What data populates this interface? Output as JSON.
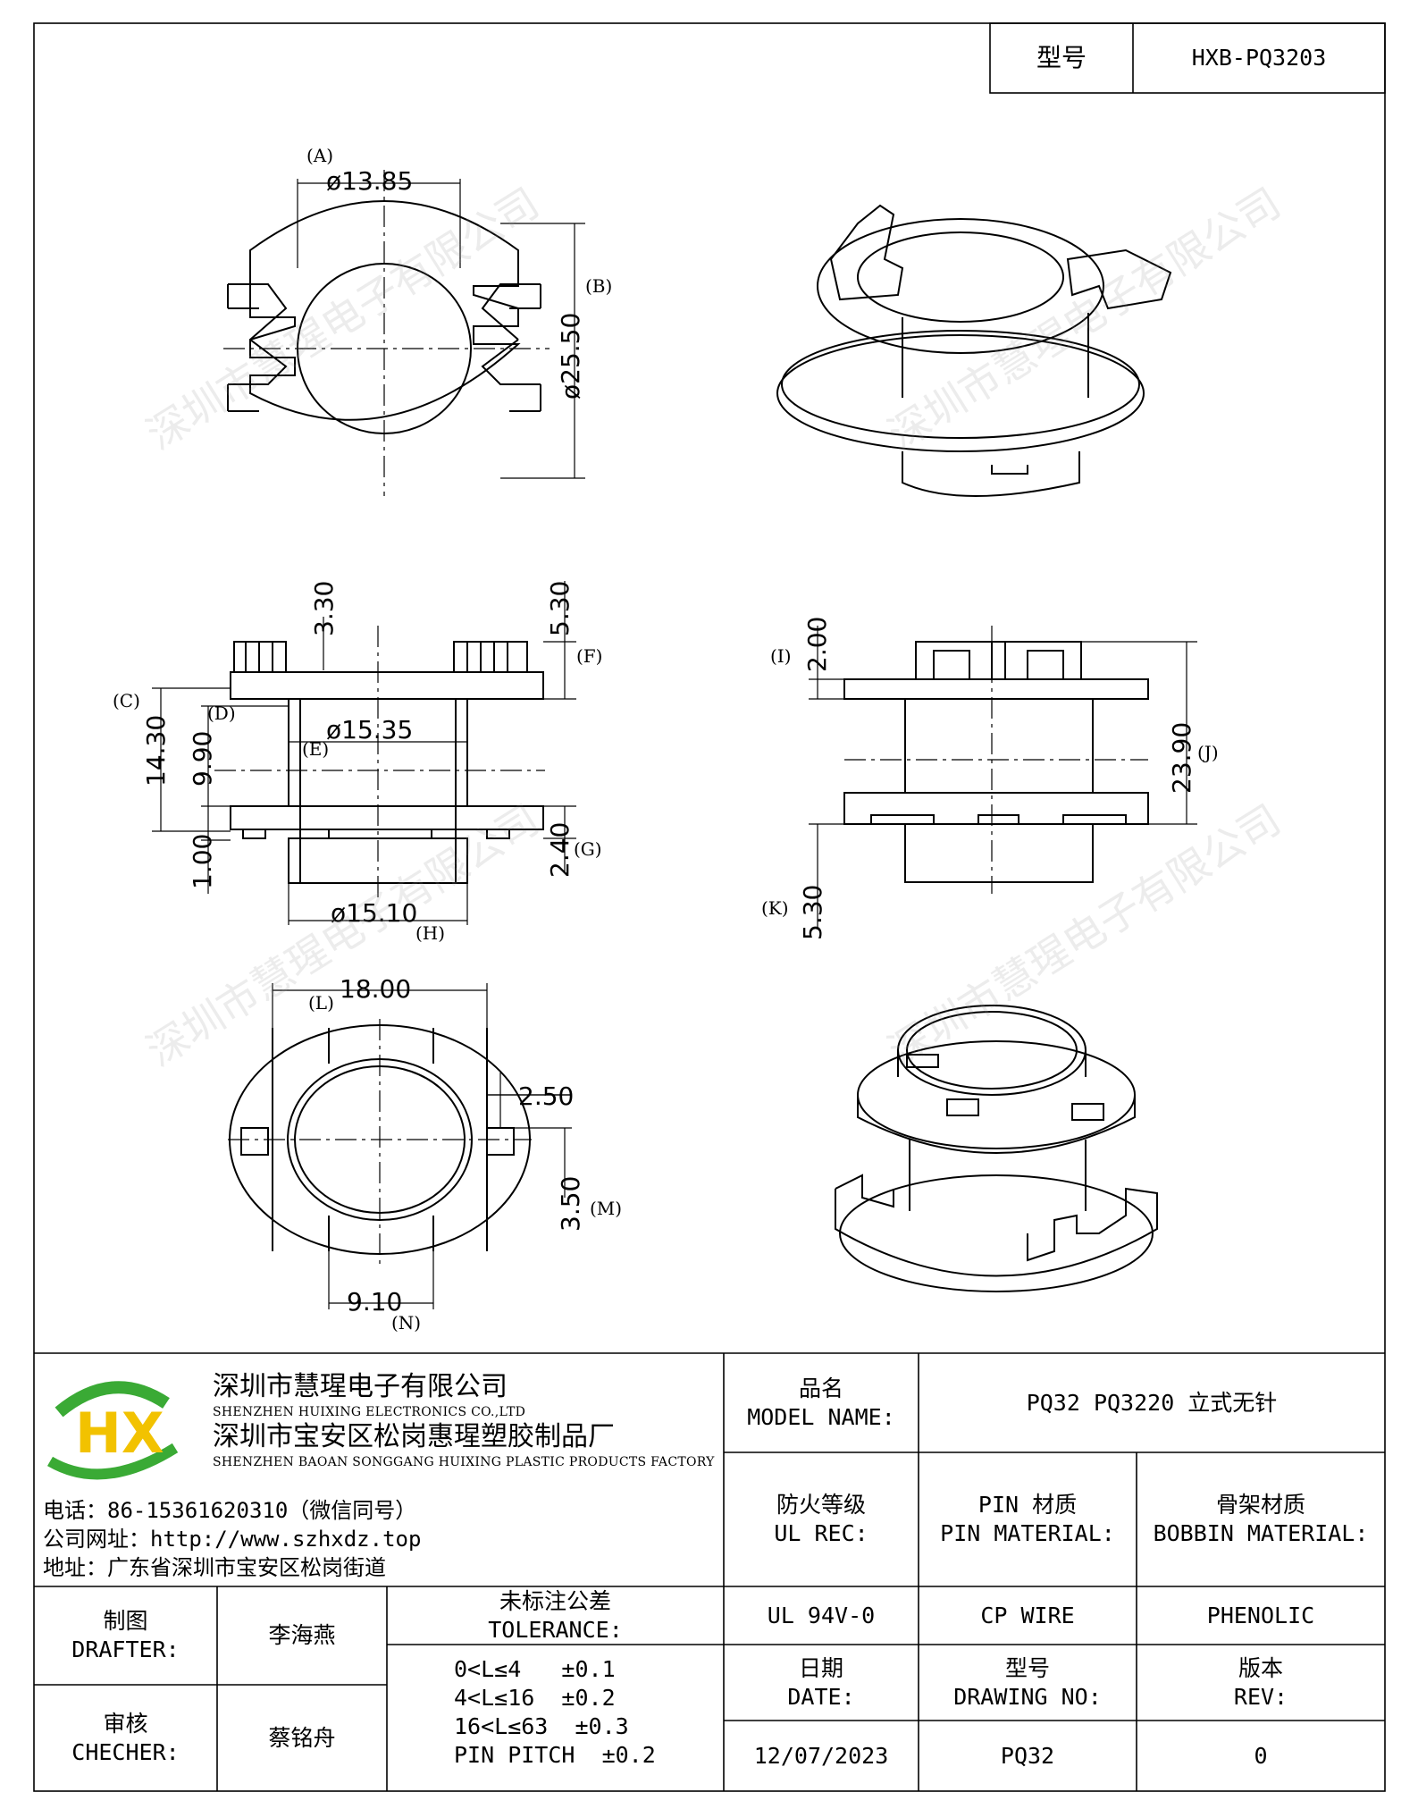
{
  "header": {
    "model_label": "型号",
    "model_value": "HXB-PQ3203"
  },
  "dimensions": {
    "A": "(A)",
    "A_val": "ø13.85",
    "B": "(B)",
    "B_val": "ø25.50",
    "C": "(C)",
    "C_val": "14.30",
    "D": "(D)",
    "D_val": "9.90",
    "E": "(E)",
    "E_val": "ø15.35",
    "F": "(F)",
    "F_val": "5.30",
    "F2_val": "3.30",
    "G": "(G)",
    "G_val": "2.40",
    "H": "(H)",
    "H_val": "ø15.10",
    "I": "(I)",
    "I_val": "2.00",
    "J": "(J)",
    "J_val": "23.90",
    "K": "(K)",
    "K_val": "5.30",
    "L": "(L)",
    "L_val": "18.00",
    "M": "(M)",
    "M_val": "3.50",
    "M2_val": "2.50",
    "N": "(N)",
    "N_val": "9.10",
    "one_val": "1.00"
  },
  "watermark": "深圳市慧瑆电子有限公司",
  "company": {
    "name_cn": "深圳市慧瑆电子有限公司",
    "name_en": "SHENZHEN HUIXING ELECTRONICS CO.,LTD",
    "factory_cn": "深圳市宝安区松岗惠瑆塑胶制品厂",
    "factory_en": "SHENZHEN BAOAN SONGGANG HUIXING PLASTIC PRODUCTS FACTORY",
    "phone": "电话：86-15361620310（微信同号）",
    "website": "公司网址：http://www.szhxdz.top",
    "address": "地址：广东省深圳市宝安区松岗街道",
    "logo_text": "HX"
  },
  "titleblock": {
    "model_name_cn": "品名",
    "model_name_en": "MODEL NAME:",
    "model_name_value": "PQ32 PQ3220 立式无针",
    "ul_cn": "防火等级",
    "ul_en": "UL REC:",
    "pin_cn": "PIN 材质",
    "pin_en": "PIN MATERIAL:",
    "bobbin_cn": "骨架材质",
    "bobbin_en": "BOBBIN MATERIAL:",
    "ul_value": "UL 94V-0",
    "pin_value": "CP WIRE",
    "bobbin_value": "PHENOLIC",
    "drafter_cn": "制图",
    "drafter_en": "DRAFTER:",
    "drafter_name": "李海燕",
    "checker_cn": "审核",
    "checker_en": "CHECHER:",
    "checker_name": "蔡铭舟",
    "tolerance_cn": "未标注公差",
    "tolerance_en": "TOLERANCE:",
    "tol_1": "0<L≤4   ±0.1",
    "tol_2": "4<L≤16  ±0.2",
    "tol_3": "16<L≤63  ±0.3",
    "tol_4": "PIN PITCH  ±0.2",
    "date_cn": "日期",
    "date_en": "DATE:",
    "drawing_cn": "型号",
    "drawing_en": "DRAWING NO:",
    "rev_cn": "版本",
    "rev_en": "REV:",
    "date_value": "12/07/2023",
    "drawing_value": "PQ32",
    "rev_value": "0"
  },
  "colors": {
    "line": "#000000",
    "logo_green": "#3aaa35",
    "logo_yellow": "#f2c200",
    "logo_blue": "#1d5fa8"
  }
}
